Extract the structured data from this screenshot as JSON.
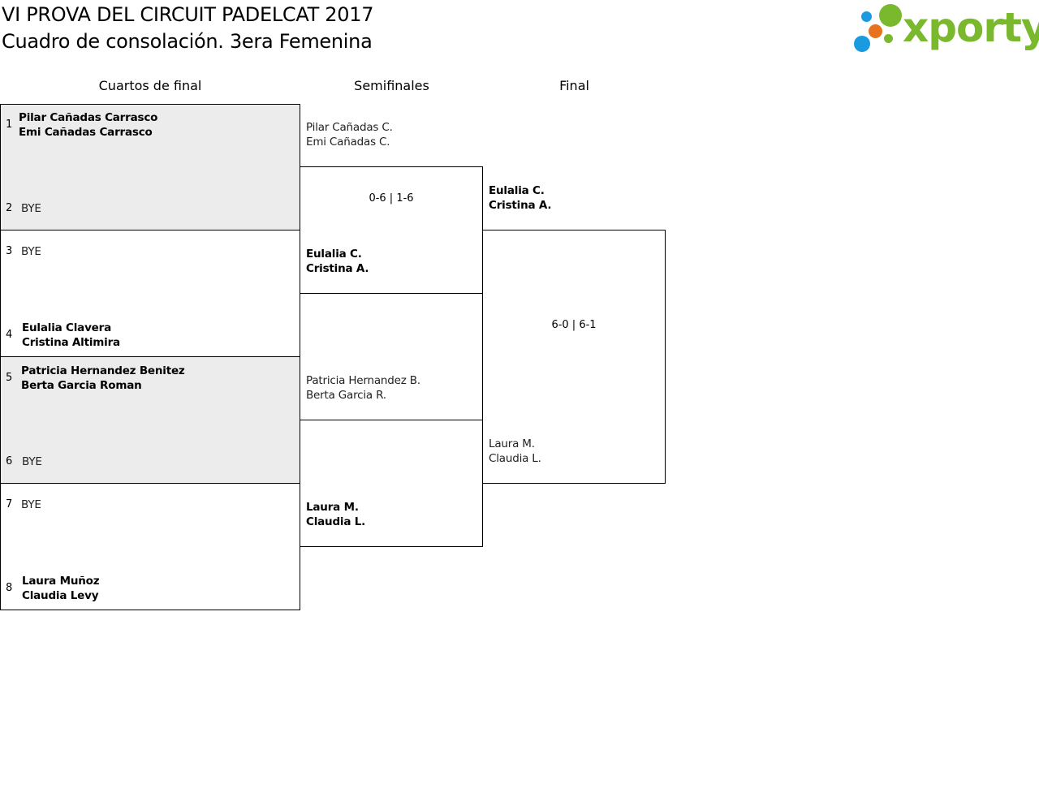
{
  "header": {
    "title": "VI PROVA DEL CIRCUIT PADELCAT 2017",
    "subtitle": "Cuadro de consolación. 3era Femenina"
  },
  "logo": {
    "text": "xporty",
    "colors": {
      "brand_green": "#7ab82e",
      "dot_blue": "#1a9be0",
      "dot_orange": "#e8731e",
      "dot_green": "#7ab82e"
    }
  },
  "rounds": {
    "quarterfinals": "Cuartos de final",
    "semifinals": "Semifinales",
    "final": "Final"
  },
  "quarterfinals": [
    {
      "seed": "1",
      "line1": "Pilar Cañadas Carrasco",
      "line2": "Emi Cañadas Carrasco"
    },
    {
      "seed": "2",
      "line1": "BYE"
    },
    {
      "seed": "3",
      "line1": "BYE"
    },
    {
      "seed": "4",
      "line1": "Eulalia Clavera",
      "line2": "Cristina Altimira"
    },
    {
      "seed": "5",
      "line1": "Patricia Hernandez Benitez",
      "line2": "Berta Garcia Roman"
    },
    {
      "seed": "6",
      "line1": "BYE"
    },
    {
      "seed": "7",
      "line1": "BYE"
    },
    {
      "seed": "8",
      "line1": "Laura Muñoz",
      "line2": "Claudia Levy"
    }
  ],
  "semifinals": [
    {
      "line1": "Pilar Cañadas C.",
      "line2": "Emi Cañadas C."
    },
    {
      "line1": "Eulalia C.",
      "line2": "Cristina A."
    },
    {
      "line1": "Patricia Hernandez B.",
      "line2": "Berta Garcia R."
    },
    {
      "line1": "Laura M.",
      "line2": "Claudia L."
    }
  ],
  "semifinal_scores": [
    "0-6 | 1-6"
  ],
  "final": [
    {
      "line1": "Eulalia C.",
      "line2": "Cristina A."
    },
    {
      "line1": "Laura M.",
      "line2": "Claudia L."
    }
  ],
  "final_score": "6-0 | 6-1"
}
